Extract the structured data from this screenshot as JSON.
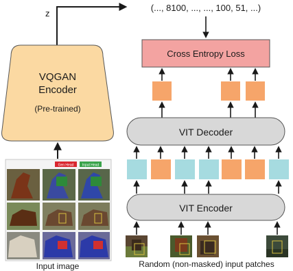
{
  "title_z": "z",
  "tokens_text": "(..., 8100, ..., ..., 100, 51, ...)",
  "loss_label": "Cross Entropy Loss",
  "encoder": {
    "title_line1": "VQGAN",
    "title_line2": "Encoder",
    "subtitle": "(Pre-trained)"
  },
  "vit_decoder_label": "VIT Decoder",
  "vit_encoder_label": "VIT Encoder",
  "input_image_label": "Input image",
  "patches_label": "Random (non-masked) input patches",
  "image_badges": {
    "left": "Gen Head",
    "right": "Input Head"
  },
  "colors": {
    "orange_token": "#f6a56a",
    "cyan_token": "#a6dbe0",
    "loss_fill": "#f3a3a1",
    "encoder_fill": "#fbd9a2",
    "vit_fill": "#d8d8d8",
    "arrow": "#1a1a1a",
    "badge_red": "#d9262f",
    "badge_green": "#3aa34a"
  }
}
